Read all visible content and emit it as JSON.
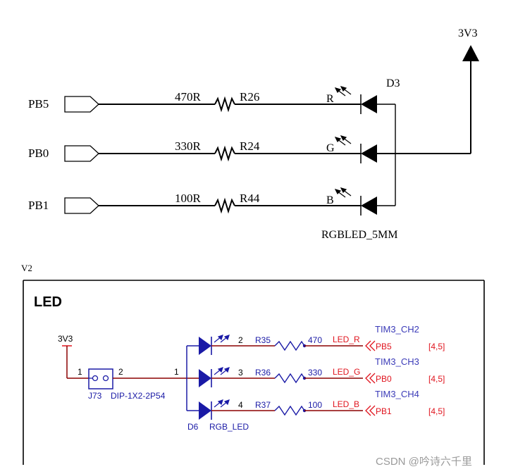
{
  "top": {
    "power_label": "3V3",
    "led_ref": "D3",
    "led_part": "RGBLED_5MM",
    "rows": [
      {
        "port": "PB5",
        "value": "470R",
        "ref": "R26",
        "channel": "R"
      },
      {
        "port": "PB0",
        "value": "330R",
        "ref": "R24",
        "channel": "G"
      },
      {
        "port": "PB1",
        "value": "100R",
        "ref": "R44",
        "channel": "B"
      }
    ]
  },
  "version_label": "V2",
  "bottom": {
    "title": "LED",
    "power_label": "3V3",
    "jumper": {
      "ref": "J73",
      "part": "DIP-1X2-2P54",
      "pin1": "1",
      "pin2": "2"
    },
    "led_common_pin": "1",
    "led_ref": "D6",
    "led_part": "RGB_LED",
    "rows": [
      {
        "pin": "2",
        "ref": "R35",
        "value": "470",
        "net": "LED_R",
        "tim": "TIM3_CH2",
        "port": "PB5",
        "sheet": "[4,5]"
      },
      {
        "pin": "3",
        "ref": "R36",
        "value": "330",
        "net": "LED_G",
        "tim": "TIM3_CH3",
        "port": "PB0",
        "sheet": "[4,5]"
      },
      {
        "pin": "4",
        "ref": "R37",
        "value": "100",
        "net": "LED_B",
        "tim": "TIM3_CH4",
        "port": "PB1",
        "sheet": "[4,5]"
      }
    ]
  },
  "watermark": "CSDN @吟诗六千里",
  "colors": {
    "wire_top": "#000000",
    "wire_bottom": "#8b0000",
    "component": "#1a1aa6",
    "net_label": "#e0141e",
    "tim_label": "#3b3bb8"
  }
}
